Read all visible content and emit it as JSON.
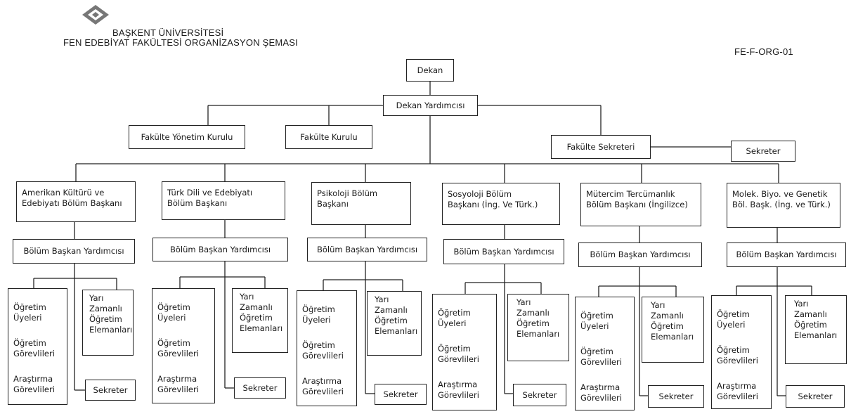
{
  "header": {
    "university": "BAŞKENT ÜNİVERSİTESİ",
    "chart_title": "FEN EDEBİYAT FAKÜLTESİ ORGANİZASYON ŞEMASI",
    "doc_code": "FE-F-ORG-01"
  },
  "top": {
    "dekan": "Dekan",
    "dekan_yardimcisi": "Dekan Yardımcısı",
    "fakulte_yonetim_kurulu": "Fakülte Yönetim Kurulu",
    "fakulte_kurulu": "Fakülte Kurulu",
    "fakulte_sekreteri": "Fakülte Sekreteri",
    "sekreter": "Sekreter"
  },
  "common": {
    "yardimci": "Bölüm Başkan Yardımcısı",
    "ogretim_uyeleri": "Öğretim\nÜyeleri",
    "ogretim_gorevlileri": "Öğretim\nGörevlileri",
    "arastirma_gorevlileri": "Araştırma\nGörevlileri",
    "yari_zamanli": "Yarı\nZamanlı\nÖğretim\nElemanları",
    "sekreter": "Sekreter"
  },
  "departments": [
    {
      "head": "Amerikan Kültürü ve\nEdebiyatı Bölüm Başkanı"
    },
    {
      "head": "Türk Dili ve Edebiyatı\nBölüm Başkanı"
    },
    {
      "head": "Psikoloji Bölüm\nBaşkanı"
    },
    {
      "head": "Sosyoloji Bölüm\nBaşkanı (İng. Ve Türk.)"
    },
    {
      "head": "Mütercim Tercümanlık\nBölüm Başkanı (İngilizce)"
    },
    {
      "head": "Molek. Biyo. ve Genetik\nBöl. Başk. (İng. ve Türk.)"
    }
  ]
}
